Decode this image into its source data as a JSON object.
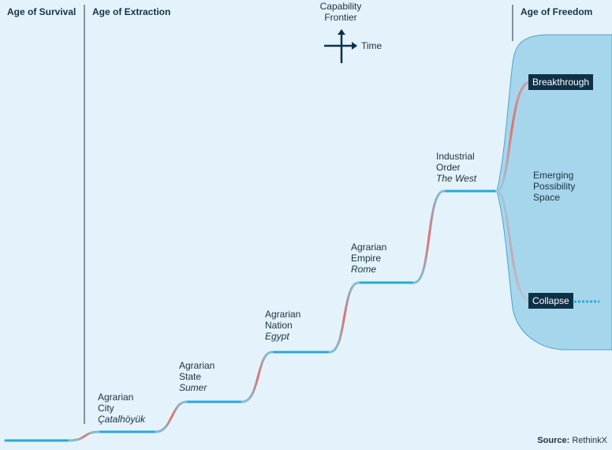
{
  "ages": {
    "survival": "Age of Survival",
    "extraction": "Age of Extraction",
    "freedom": "Age of Freedom"
  },
  "legend": {
    "y_axis": "Capability Frontier",
    "x_axis": "Time"
  },
  "stages": [
    {
      "type_line1": "Agrarian",
      "type_line2": "City",
      "example": "Çatalhöyük"
    },
    {
      "type_line1": "Agrarian",
      "type_line2": "State",
      "example": "Sumer"
    },
    {
      "type_line1": "Agrarian",
      "type_line2": "Nation",
      "example": "Egypt"
    },
    {
      "type_line1": "Agrarian",
      "type_line2": "Empire",
      "example": "Rome"
    },
    {
      "type_line1": "Industrial",
      "type_line2": "Order",
      "example": "The West"
    }
  ],
  "freedom_space": {
    "line1": "Emerging",
    "line2": "Possibility",
    "line3": "Space",
    "upper_outcome": "Breakthrough",
    "lower_outcome": "Collapse"
  },
  "source": {
    "label": "Source:",
    "value": "RethinkX"
  },
  "colors": {
    "background": "#e4f3fb",
    "plateau": "#29a9d8",
    "transition": "#e0706b",
    "freedom_fill": "#a6d6ec",
    "outcome_box": "#0e3148"
  }
}
